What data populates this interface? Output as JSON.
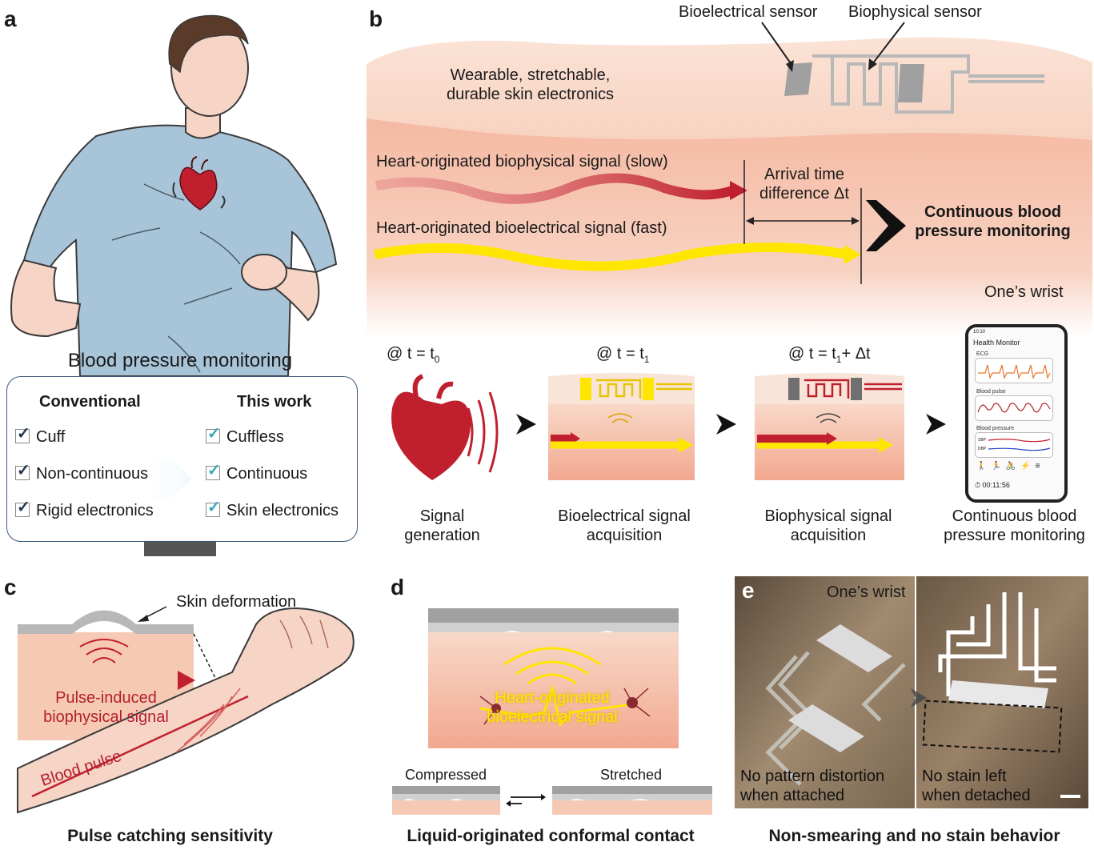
{
  "panels": {
    "a": "a",
    "b": "b",
    "c": "c",
    "d": "d",
    "e": "e"
  },
  "panel_a": {
    "title": "Blood pressure monitoring",
    "conventional_header": "Conventional",
    "this_work_header": "This work",
    "conventional_items": [
      "Cuff",
      "Non-continuous",
      "Rigid electronics"
    ],
    "this_work_items": [
      "Cuffless",
      "Continuous",
      "Skin electronics"
    ]
  },
  "panel_b": {
    "bioelectrical_sensor": "Bioelectrical sensor",
    "biophysical_sensor": "Biophysical sensor",
    "electronics_line1": "Wearable, stretchable,",
    "electronics_line2": "durable skin electronics",
    "slow_signal": "Heart-originated biophysical signal (slow)",
    "fast_signal": "Heart-originated bioelectrical signal (fast)",
    "arrival_line1": "Arrival time",
    "arrival_line2": "difference Δt",
    "continuous_line1": "Continuous blood",
    "continuous_line2": "pressure monitoring",
    "wrist": "One’s wrist",
    "time0": "@ t = t",
    "time0_sub": "0",
    "time1": "@ t = t",
    "time1_sub": "1",
    "time2": "@ t = t",
    "time2_sub": "1",
    "time2_suffix": "+ Δt",
    "steps": [
      {
        "line1": "Signal",
        "line2": "generation"
      },
      {
        "line1": "Bioelectrical signal",
        "line2": "acquisition"
      },
      {
        "line1": "Biophysical signal",
        "line2": "acquisition"
      },
      {
        "line1": "Continuous blood",
        "line2": "pressure monitoring"
      }
    ],
    "phone": {
      "clock": "10:10",
      "app_title": "Health Monitor",
      "ecg": "ECG",
      "blood_pulse": "Blood pulse",
      "blood_pressure": "Blood pressure",
      "sbp": "SBP",
      "dbp": "DBP",
      "timer": "00:11:56"
    }
  },
  "panel_c": {
    "skin_deformation": "Skin deformation",
    "pulse_line1": "Pulse-induced",
    "pulse_line2": "biophysical signal",
    "blood_pulse": "Blood pulse",
    "caption": "Pulse catching sensitivity"
  },
  "panel_d": {
    "heart_line1": "Heart-originated",
    "heart_line2": "bioelectrical signal",
    "compressed": "Compressed",
    "stretched": "Stretched",
    "caption": "Liquid-originated conformal contact"
  },
  "panel_e": {
    "wrist": "One’s wrist",
    "left_line1": "No pattern distortion",
    "left_line2": "when attached",
    "right_line1": "No stain left",
    "right_line2": "when detached",
    "caption": "Non-smearing and no stain behavior"
  },
  "colors": {
    "skin": "#f6c9b4",
    "slow_signal": "#b3202e",
    "fast_signal": "#ffe600",
    "shirt": "#a8c4d8",
    "teal": "#39a8b8"
  }
}
